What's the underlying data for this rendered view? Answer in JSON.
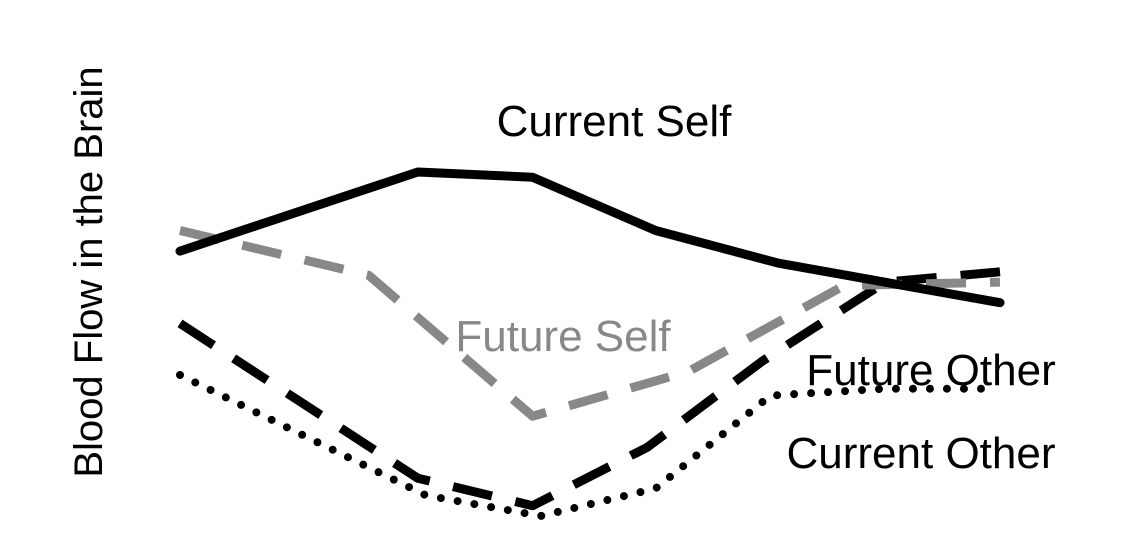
{
  "chart_data": {
    "type": "line",
    "title": "",
    "xlabel": "",
    "ylabel": "Blood Flow in the Brain",
    "grid": false,
    "legend": "inline labels",
    "series": [
      {
        "name": "Current Self",
        "color": "#000000",
        "style": "solid",
        "points": [
          [
            0.0,
            0.77
          ],
          [
            0.29,
            1.0
          ],
          [
            0.43,
            0.985
          ],
          [
            0.58,
            0.83
          ],
          [
            0.73,
            0.735
          ],
          [
            1.0,
            0.62
          ]
        ]
      },
      {
        "name": "Future Self",
        "color": "#888888",
        "style": "dashed",
        "points": [
          [
            0.0,
            0.83
          ],
          [
            0.23,
            0.7
          ],
          [
            0.43,
            0.29
          ],
          [
            0.62,
            0.42
          ],
          [
            0.81,
            0.67
          ],
          [
            1.0,
            0.68
          ]
        ]
      },
      {
        "name": "Future Other",
        "color": "#000000",
        "style": "dashed",
        "points": [
          [
            0.0,
            0.56
          ],
          [
            0.29,
            0.11
          ],
          [
            0.43,
            0.03
          ],
          [
            0.57,
            0.2
          ],
          [
            0.71,
            0.45
          ],
          [
            0.86,
            0.68
          ],
          [
            1.0,
            0.71
          ]
        ]
      },
      {
        "name": "Current Other",
        "color": "#000000",
        "style": "dotted",
        "points": [
          [
            0.0,
            0.41
          ],
          [
            0.3,
            0.06
          ],
          [
            0.44,
            0.0
          ],
          [
            0.58,
            0.08
          ],
          [
            0.72,
            0.35
          ],
          [
            0.86,
            0.37
          ],
          [
            0.98,
            0.37
          ]
        ]
      }
    ]
  }
}
